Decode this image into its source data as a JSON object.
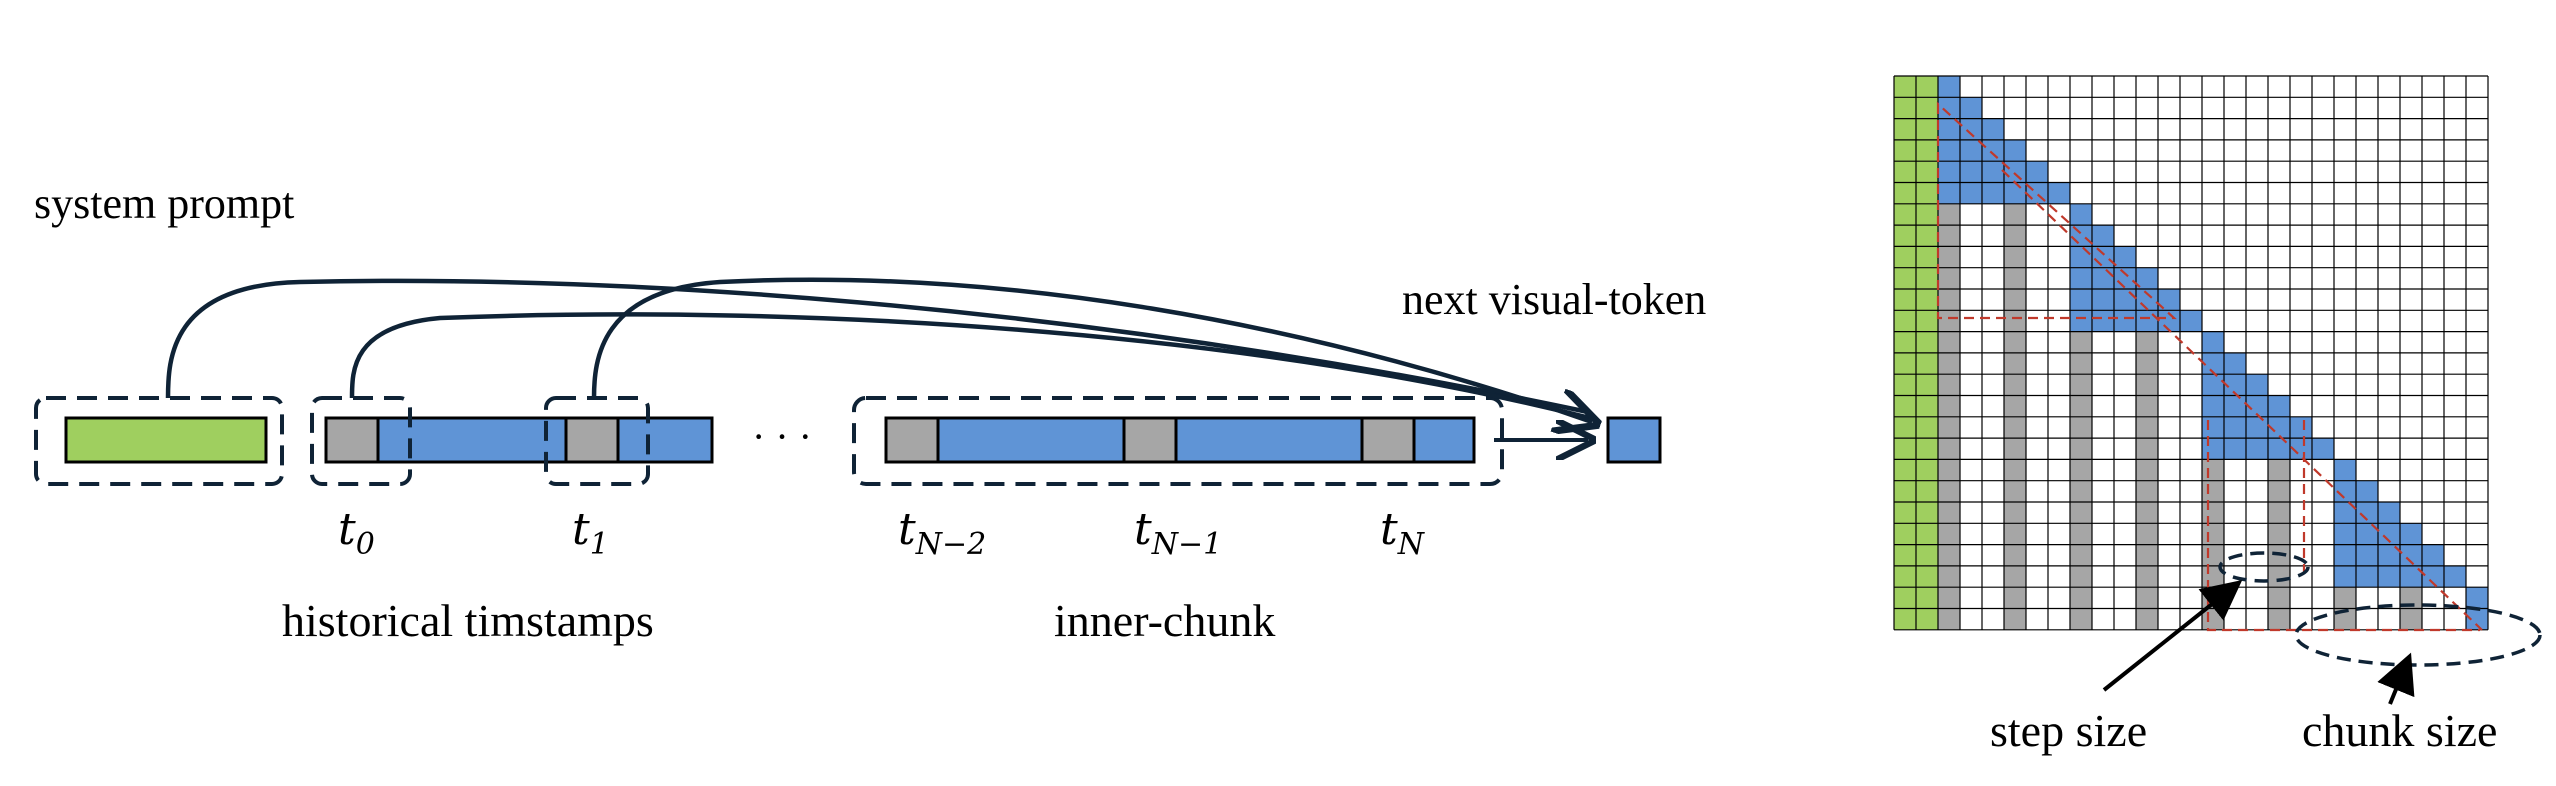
{
  "colors": {
    "green": "#9fcf5f",
    "blue": "#5f94d6",
    "gray": "#a6a6a6",
    "dark": "#0f2336",
    "grid": "#000000",
    "red_dash": "#c0392b"
  },
  "labels": {
    "system_prompt": "system prompt",
    "next_visual_token": "next visual-token",
    "historical_timestamps": "historical timstamps",
    "inner_chunk": "inner-chunk",
    "ellipsis": "· · ·",
    "step_size": "step size",
    "chunk_size": "chunk size"
  },
  "timestamps": {
    "t0": {
      "base": "t",
      "sub": "0"
    },
    "t1": {
      "base": "t",
      "sub": "1"
    },
    "tN2": {
      "base": "t",
      "sub": "N−2"
    },
    "tN1": {
      "base": "t",
      "sub": "N−1"
    },
    "tN": {
      "base": "t",
      "sub": "N"
    }
  },
  "attention_mask": {
    "rows": 26,
    "cols": 27,
    "system_prompt_cols": 2,
    "step_size": 3,
    "chunk_size": 6,
    "icons": {
      "step_size_marker": "dashed-ellipse",
      "chunk_size_marker": "dashed-ellipse"
    }
  }
}
